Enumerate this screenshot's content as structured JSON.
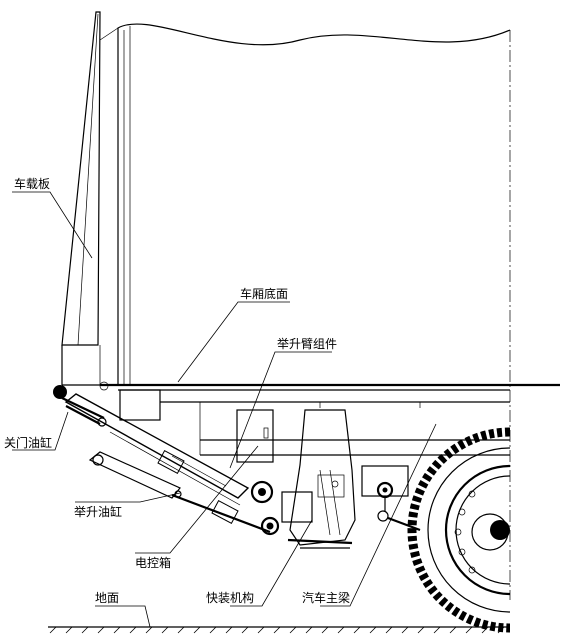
{
  "labels": {
    "vehicle_board": "车载板",
    "box_floor": "车厢底面",
    "lift_arm_assembly": "举升臂组件",
    "door_cylinder": "关门油缸",
    "lift_cylinder": "举升油缸",
    "control_box": "电控箱",
    "quick_mount": "快装机构",
    "main_beam": "汽车主梁",
    "ground": "地面"
  }
}
